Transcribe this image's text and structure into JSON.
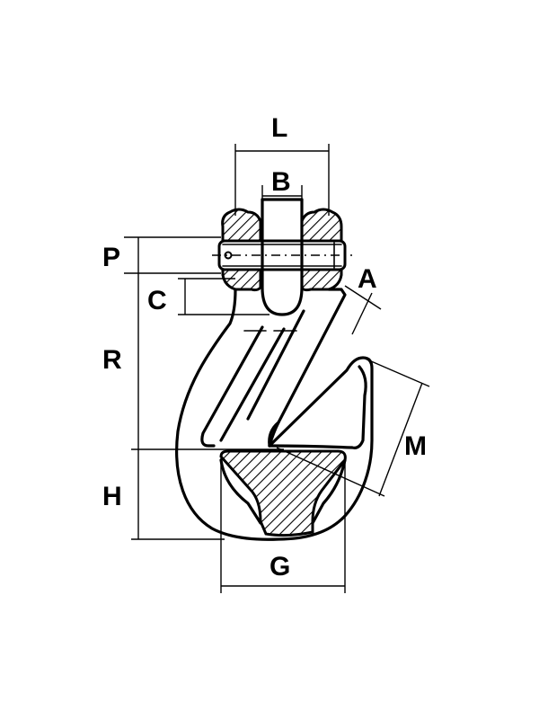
{
  "figure": {
    "subject": "grab-hook-icon",
    "dimension_labels": {
      "L": "L",
      "B": "B",
      "P": "P",
      "C": "C",
      "A": "A",
      "R": "R",
      "M": "M",
      "H": "H",
      "G": "G"
    }
  }
}
